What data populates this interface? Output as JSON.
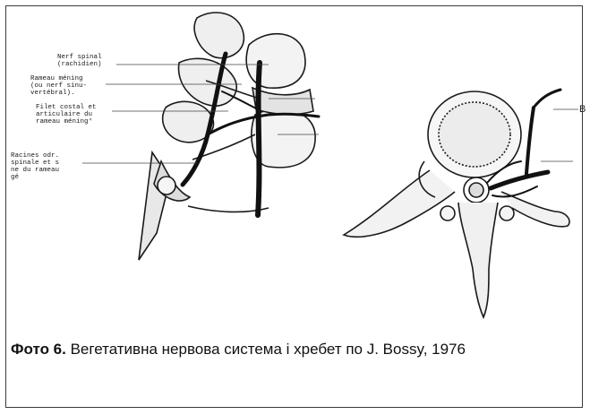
{
  "figure": {
    "labels": {
      "nerf_spinal": "Nerf spinal\n(rachidien)",
      "rameau_meningé": "Rameau méning\n(ou nerf sinu-\nvertébral).",
      "filet_costal": "Filet costal et\narticulaire du\nrameau méning⁴",
      "racines": "Racines odr.\nspinale et s\nne du rameau\ngé"
    },
    "right_marker": "B"
  },
  "caption": {
    "label": "Фото 6.",
    "text": " Вегетативна нервова система і хребет по J. Bossy, 1976"
  }
}
